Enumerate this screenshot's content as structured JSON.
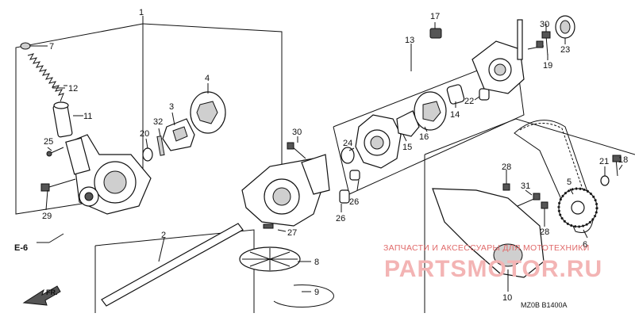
{
  "labels": {
    "p1": "1",
    "p2": "2",
    "p3": "3",
    "p4": "4",
    "p5": "5",
    "p6": "6",
    "p7": "7",
    "p8": "8",
    "p9": "9",
    "p10": "10",
    "p11": "11",
    "p12": "12",
    "p13": "13",
    "p14": "14",
    "p15": "15",
    "p16": "16",
    "p17": "17",
    "p18": "18",
    "p19": "19",
    "p20": "20",
    "p21": "21",
    "p22": "22",
    "p23": "23",
    "p24": "24",
    "p25": "25",
    "p26": "26",
    "p27": "27",
    "p28a": "28",
    "p28b": "28",
    "p29": "29",
    "p30a": "30",
    "p30b": "30",
    "p31": "31",
    "p32": "32"
  },
  "ref": {
    "e6": "E-6",
    "fr": "FR."
  },
  "watermark": {
    "line1": "ЗАПЧАСТИ И АКСЕССУАРЫ ДЛЯ МОТОТЕХНИКИ",
    "line2": "PARTSMOTOR.RU"
  },
  "footer": {
    "code": "MZ0B B1400A"
  },
  "colors": {
    "watermark_text": "#e06a6a",
    "watermark_logo": "#f3b4b4"
  }
}
